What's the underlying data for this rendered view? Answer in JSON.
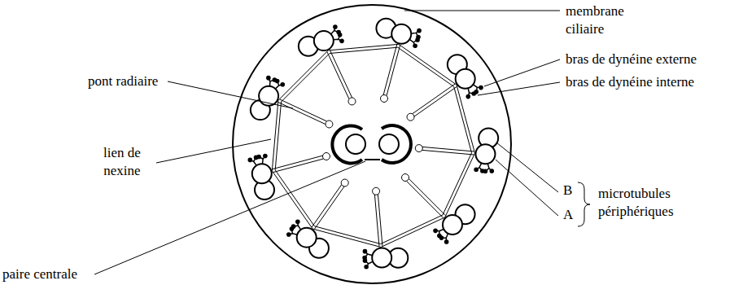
{
  "diagram": {
    "labels": [
      "membrane ciliaire",
      "pont radiaire",
      "bras de dynéine externe",
      "bras de dynéine interne",
      "lien de nexine",
      "B",
      "A",
      "microtubules périphériques",
      "paire centrale"
    ]
  }
}
